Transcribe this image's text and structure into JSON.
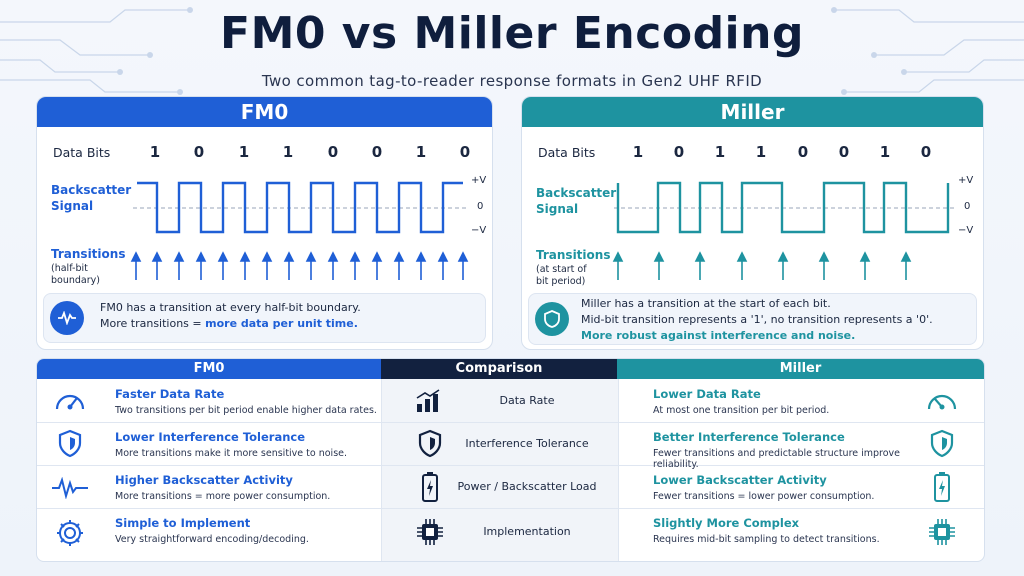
{
  "header": {
    "title": "FM0 vs Miller Encoding",
    "subtitle": "Two common tag-to-reader response formats in Gen2 UHF RFID"
  },
  "fm0_panel": {
    "title": "FM0",
    "data_bits_label": "Data Bits",
    "bits": [
      "1",
      "0",
      "1",
      "1",
      "0",
      "0",
      "1",
      "0"
    ],
    "signal_label_1": "Backscatter",
    "signal_label_2": "Signal",
    "level_high": "+V",
    "level_zero": "0",
    "level_low": "−V",
    "transitions_label": "Transitions",
    "transitions_sub_1": "(half-bit",
    "transitions_sub_2": "boundary)",
    "note_line1": "FM0 has a transition at every half-bit boundary.",
    "note_line2_prefix": "More transitions = ",
    "note_line2_highlight": "more data per unit time."
  },
  "miller_panel": {
    "title": "Miller",
    "data_bits_label": "Data Bits",
    "bits": [
      "1",
      "0",
      "1",
      "1",
      "0",
      "0",
      "1",
      "0"
    ],
    "signal_label_1": "Backscatter",
    "signal_label_2": "Signal",
    "level_high": "+V",
    "level_zero": "0",
    "level_low": "−V",
    "transitions_label": "Transitions",
    "transitions_sub_1": "(at start of",
    "transitions_sub_2": "bit period)",
    "note_line1": "Miller has a transition at the start of each bit.",
    "note_line2": "Mid-bit transition represents a '1', no transition represents a '0'.",
    "note_line3": "More robust against interference and noise."
  },
  "comparison": {
    "fm0_header": "FM0",
    "center_header": "Comparison",
    "miller_header": "Miller",
    "rows": [
      {
        "fm0_title": "Faster Data Rate",
        "fm0_desc": "Two transitions per bit period enable higher data rates.",
        "label": "Data Rate",
        "miller_title": "Lower Data Rate",
        "miller_desc": "At most one transition per bit period.",
        "fm0_icon": "speedometer-icon",
        "center_icon": "bar-chart-icon",
        "miller_icon": "slow-gauge-icon"
      },
      {
        "fm0_title": "Lower Interference Tolerance",
        "fm0_desc": "More transitions make it more sensitive to noise.",
        "label": "Interference Tolerance",
        "miller_title": "Better Interference Tolerance",
        "miller_desc": "Fewer transitions and predictable structure improve reliability.",
        "fm0_icon": "shield-icon",
        "center_icon": "shield-icon",
        "miller_icon": "shield-icon"
      },
      {
        "fm0_title": "Higher Backscatter Activity",
        "fm0_desc": "More transitions = more power consumption.",
        "label": "Power / Backscatter Load",
        "miller_title": "Lower Backscatter Activity",
        "miller_desc": "Fewer transitions = lower power consumption.",
        "fm0_icon": "pulse-icon",
        "center_icon": "battery-icon",
        "miller_icon": "battery-icon"
      },
      {
        "fm0_title": "Simple to Implement",
        "fm0_desc": "Very straightforward encoding/decoding.",
        "label": "Implementation",
        "miller_title": "Slightly More Complex",
        "miller_desc": "Requires mid-bit sampling to detect transitions.",
        "fm0_icon": "gear-icon",
        "center_icon": "chip-icon",
        "miller_icon": "chip-icon"
      }
    ]
  },
  "colors": {
    "fm0_blue": "#1f5fd6",
    "miller_teal": "#1e93a0",
    "navy": "#12213f"
  }
}
